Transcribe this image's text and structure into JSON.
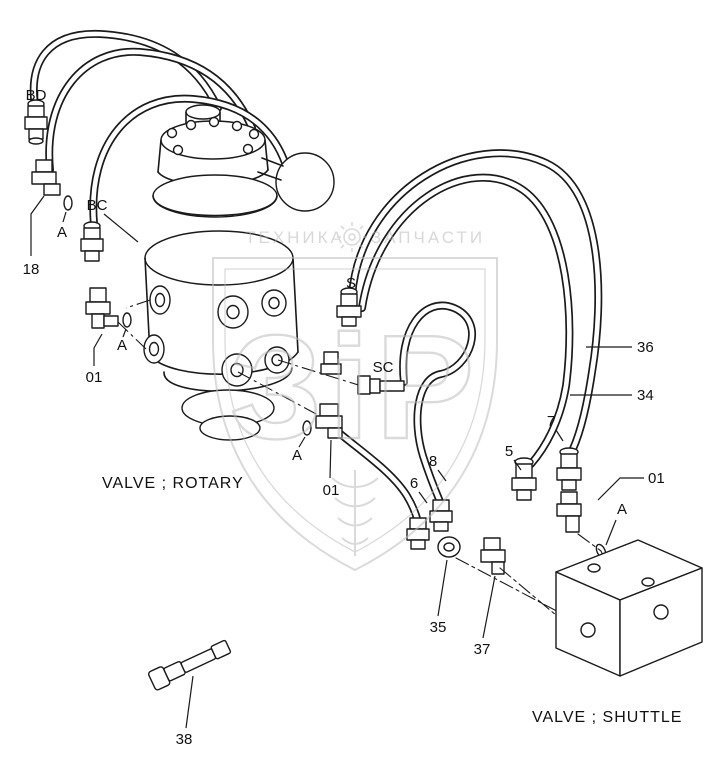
{
  "diagram": {
    "callouts": {
      "bd": "BD",
      "bc": "BC",
      "a": "A",
      "s": "S",
      "sc": "SC",
      "p18": "18",
      "p01": "01",
      "p34": "34",
      "p36": "36",
      "p5": "5",
      "p6": "6",
      "p7": "7",
      "p8": "8",
      "p35": "35",
      "p37": "37",
      "p38": "38"
    },
    "labels": {
      "valve_rotary": "VALVE ; ROTARY",
      "valve_shuttle": "VALVE ; SHUTTLE"
    },
    "watermark": {
      "left": "ТЕХНИКА",
      "right": "ЗАПЧАСТИ",
      "logo": "ЗiР"
    },
    "colors": {
      "line": "#1a1a1a",
      "watermark": "#bdbdbd",
      "background": "#ffffff"
    }
  }
}
